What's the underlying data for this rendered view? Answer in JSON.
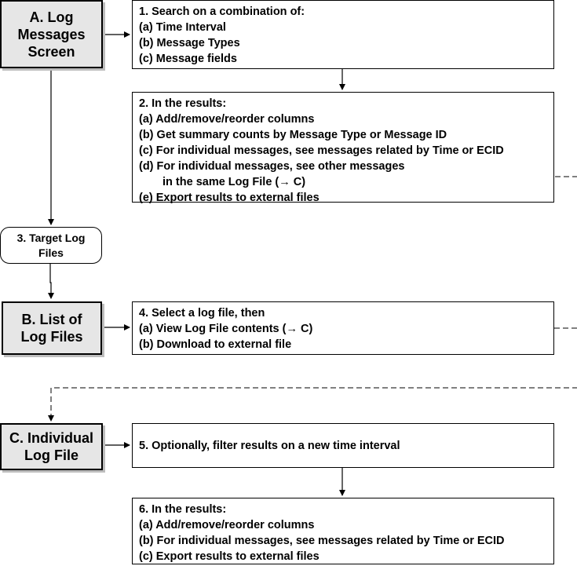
{
  "screens": {
    "a": {
      "line1": "A. Log",
      "line2": "Messages",
      "line3": "Screen"
    },
    "b": {
      "line1": "B. List of",
      "line2": "Log Files"
    },
    "c": {
      "line1": "C. Individual",
      "line2": "Log File"
    }
  },
  "step1": {
    "lines": [
      "1. Search on a combination of:",
      "(a) Time Interval",
      "(b) Message Types",
      "(c) Message fields"
    ]
  },
  "step2": {
    "lines": [
      "2. In the results:",
      "(a) Add/remove/reorder columns",
      "(b) Get summary counts by Message Type or Message ID",
      "(c) For individual messages, see messages related by Time or ECID",
      "(d) For individual messages, see other messages",
      "in the same Log File (→ C)",
      "(e) Export results to external files"
    ]
  },
  "step3": {
    "line1": "3. Target Log",
    "line2": "Files"
  },
  "step4": {
    "lines": [
      "4. Select a log file, then",
      "(a) View Log File contents (→ C)",
      "(b) Download to external file"
    ]
  },
  "step5": {
    "text": "5. Optionally, filter results on a new time interval"
  },
  "step6": {
    "lines": [
      "6. In the results:",
      "(a) Add/remove/reorder columns",
      "(b) For individual messages, see messages related by Time or ECID",
      "(c) Export results to external files"
    ]
  }
}
